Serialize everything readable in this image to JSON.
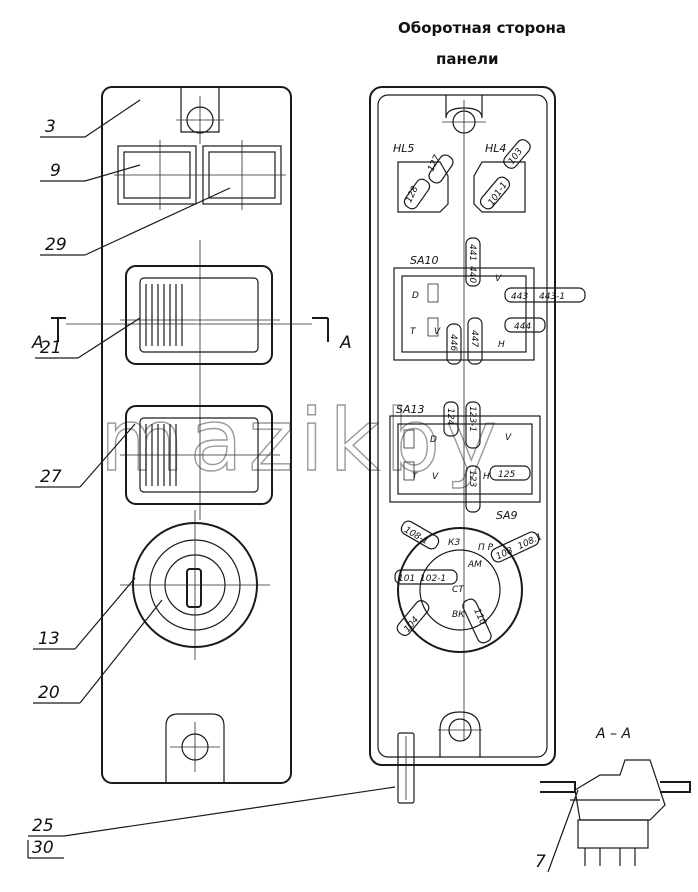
{
  "title": {
    "line1": "Оборотная сторона",
    "line2": "панели"
  },
  "section": {
    "label": "А – А",
    "arrow_left": "А",
    "arrow_right": "А"
  },
  "callouts": [
    "3",
    "9",
    "29",
    "21",
    "27",
    "13",
    "20",
    "25",
    "30",
    "7"
  ],
  "switches": {
    "hl5": "HL5",
    "hl4": "HL4",
    "sa10": "SA10",
    "sa13": "SA13",
    "sa9": "SA9"
  },
  "wires": [
    "127",
    "128",
    "103",
    "101-1",
    "441",
    "440",
    "443",
    "443-1",
    "444",
    "446",
    "447",
    "124",
    "123-1",
    "125",
    "123",
    "108-1",
    "108",
    "108.1",
    "101",
    "102-1",
    "104",
    "110"
  ],
  "contacts": {
    "d": "D",
    "t": "T",
    "v": "V",
    "h": "H",
    "kz": "КЗ",
    "pr": "П Р",
    "am": "АМ",
    "st": "СТ",
    "vk": "ВК"
  },
  "watermark": "mazikby"
}
